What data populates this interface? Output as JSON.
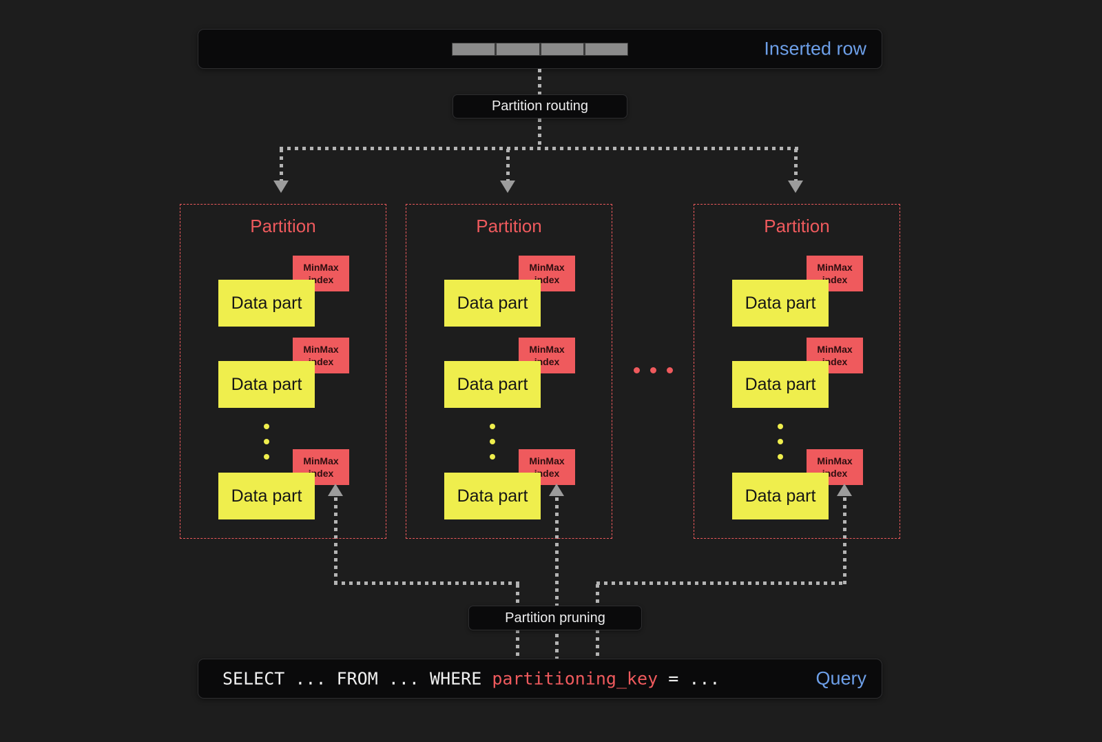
{
  "colors": {
    "background": "#1d1d1d",
    "panel": "#0a0a0b",
    "panelBorder": "#2e2e30",
    "blue": "#6d9fe8",
    "red": "#ef5a5d",
    "redText": "#2e0e10",
    "yellow": "#efee4d",
    "dot": "#b4b4b4",
    "arrow": "#9c9c9c",
    "white": "#ededee",
    "segment": "#8b8b8b",
    "ink": "#161616"
  },
  "inserted_row": {
    "label": "Inserted row"
  },
  "routing_label": "Partition routing",
  "pruning_label": "Partition pruning",
  "icons": {
    "more_partitions": "horizontal-ellipsis",
    "more_data_parts": "vertical-ellipsis",
    "row_segments": "segmented-row-bar"
  },
  "partitions": [
    {
      "title": "Partition",
      "parts": [
        {
          "label": "Data part",
          "index_label": "MinMax index"
        },
        {
          "label": "Data part",
          "index_label": "MinMax index"
        },
        {
          "label": "Data part",
          "index_label": "MinMax index"
        }
      ]
    },
    {
      "title": "Partition",
      "parts": [
        {
          "label": "Data part",
          "index_label": "MinMax index"
        },
        {
          "label": "Data part",
          "index_label": "MinMax index"
        },
        {
          "label": "Data part",
          "index_label": "MinMax index"
        }
      ]
    },
    {
      "title": "Partition",
      "parts": [
        {
          "label": "Data part",
          "index_label": "MinMax index"
        },
        {
          "label": "Data part",
          "index_label": "MinMax index"
        },
        {
          "label": "Data part",
          "index_label": "MinMax index"
        }
      ]
    }
  ],
  "query": {
    "text_before_key": "SELECT ... FROM ... WHERE ",
    "key": "partitioning_key",
    "text_after_key": " = ...",
    "label": "Query"
  }
}
